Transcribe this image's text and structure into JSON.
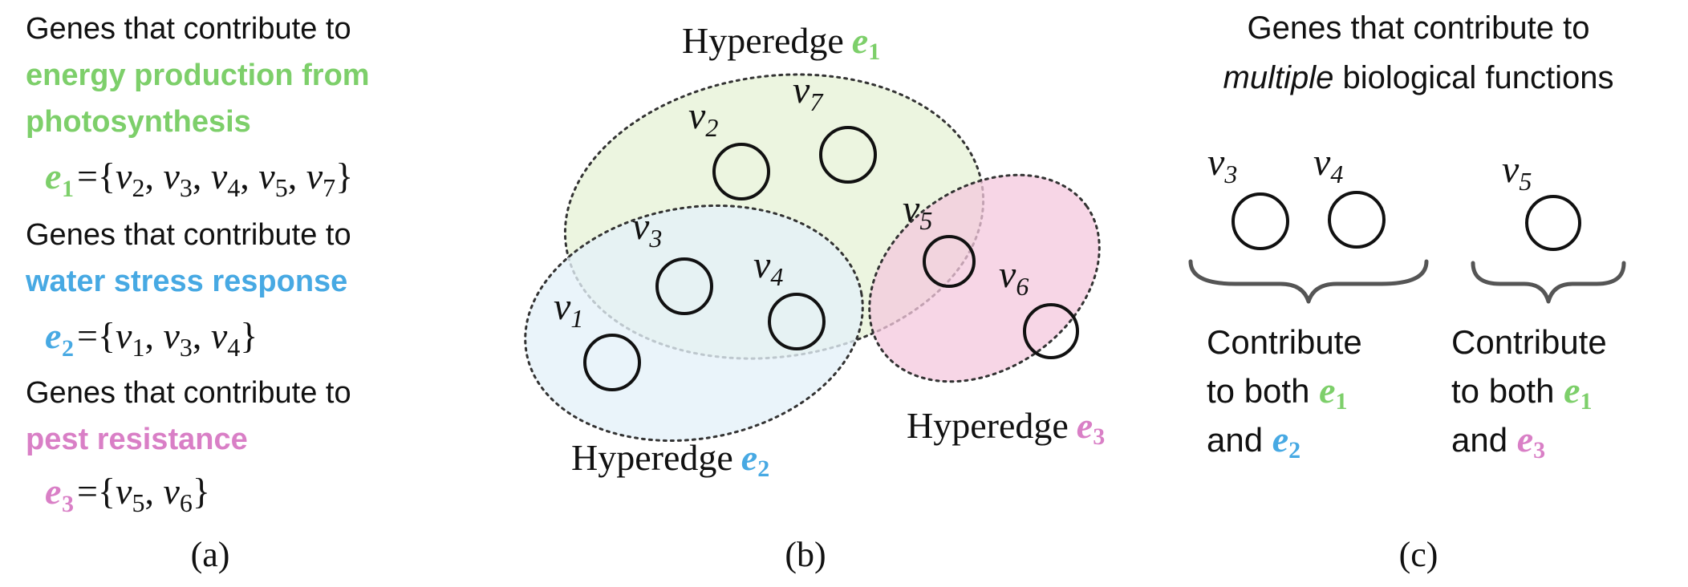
{
  "colors": {
    "green": "#7dcf6a",
    "blue": "#47a9e3",
    "pink": "#d97fc6",
    "ink": "#111111",
    "e1_fill": "#ecf5e0",
    "e2_fill": "#e4f1f9",
    "e3_fill": "#f4c8de",
    "node_stroke": "#111111",
    "outline": "#333333"
  },
  "panel_a": {
    "caption": "(a)",
    "lead_1": "Genes that contribute to",
    "function_1_line1": "energy production from",
    "function_1_line2": "photosynthesis",
    "edge_1_label": "e",
    "edge_1_sub": "1",
    "edge_1_set": "={v2, v3, v4, v5, v7}",
    "lead_2": "Genes that contribute to",
    "function_2": "water stress response",
    "edge_2_label": "e",
    "edge_2_sub": "2",
    "edge_2_set": "={v1, v3, v4}",
    "lead_3": "Genes that contribute to",
    "function_3": "pest resistance",
    "edge_3_label": "e",
    "edge_3_sub": "3",
    "edge_3_set": "={v5, v6}"
  },
  "panel_b": {
    "caption": "(b)",
    "hyperedge_word": "Hyperedge",
    "e1_label": "e",
    "e1_sub": "1",
    "e2_label": "e",
    "e2_sub": "2",
    "e3_label": "e",
    "e3_sub": "3",
    "vertex_letter": "v",
    "vertices": [
      "1",
      "2",
      "3",
      "4",
      "5",
      "6",
      "7"
    ]
  },
  "panel_c": {
    "caption": "(c)",
    "title_line1": "Genes that contribute to",
    "title_line2_italic": "multiple",
    "title_line2_rest": " biological functions",
    "vertex_letter": "v",
    "group1_vertices": [
      "3",
      "4"
    ],
    "group2_vertices": [
      "5"
    ],
    "contribute": "Contribute",
    "to_both": "to both ",
    "and": "and ",
    "e_letter": "e",
    "g1_first_sub": "1",
    "g1_second_sub": "2",
    "g2_first_sub": "1",
    "g2_second_sub": "3"
  }
}
